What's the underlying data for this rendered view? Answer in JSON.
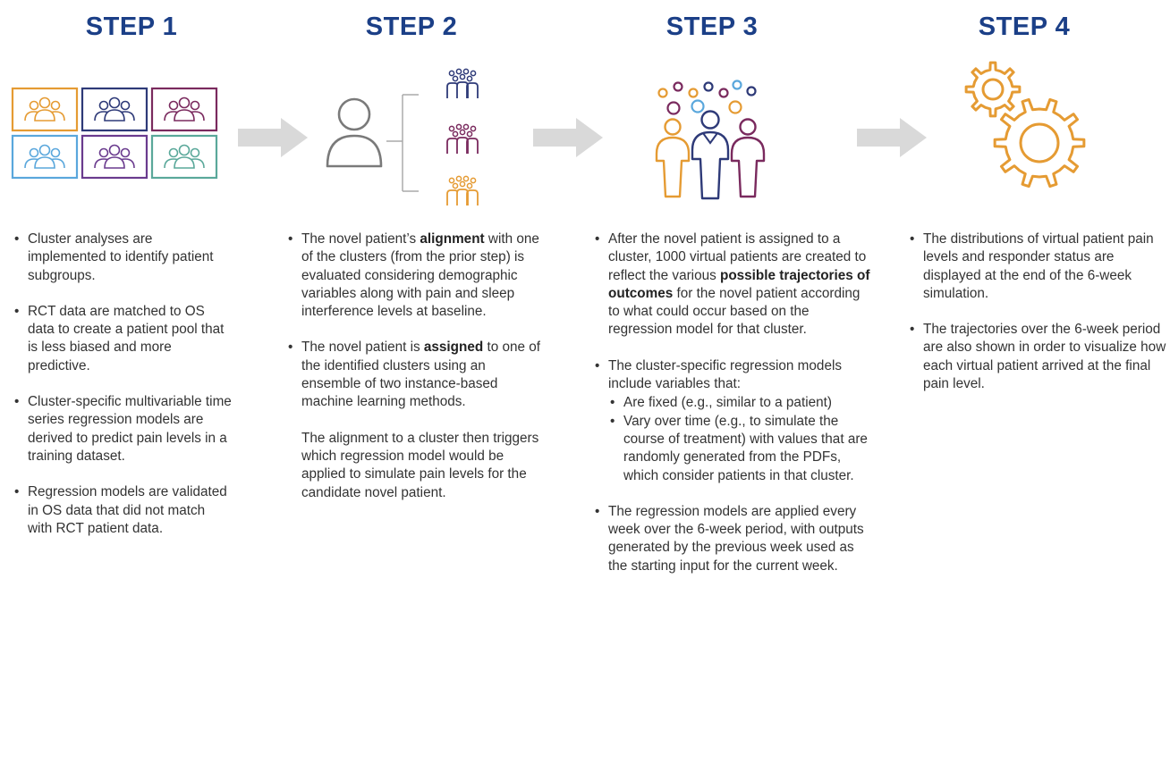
{
  "colors": {
    "title": "#1b3f87",
    "orange": "#e59b33",
    "navy": "#2e3a78",
    "purple": "#7a2a5e",
    "light_blue": "#5aa7dc",
    "violet": "#6a3b8e",
    "teal": "#5aa89a",
    "arrow": "#d9d9d9",
    "person_outline": "#7a7a7a"
  },
  "steps": [
    {
      "title": "STEP 1",
      "icon": "patient-clusters-icon",
      "bullets": [
        "Cluster analyses are implemented to identify patient subgroups.",
        "RCT data are matched to OS data to create a patient pool that is less biased and more predictive.",
        "Cluster-specific multivariable time series regression models are derived to predict pain levels in a training dataset.",
        "Regression models are validated in OS data that did not match with RCT patient data."
      ]
    },
    {
      "title": "STEP 2",
      "icon": "patient-to-cluster-icon",
      "b1_pre": "The novel patient’s ",
      "b1_bold": "alignment",
      "b1_post": " with one of the clusters (from the prior step) is evaluated considering demographic variables along with pain and sleep interference levels at baseline.",
      "b2_pre": "The novel patient is ",
      "b2_bold": "assigned",
      "b2_post": " to one of the identified clusters using an ensemble of two instance-based machine learning methods.",
      "para": "The alignment to a cluster then triggers which regression model would be applied to simulate pain levels for the candidate novel patient."
    },
    {
      "title": "STEP 3",
      "icon": "virtual-patients-icon",
      "b1_pre": "After the novel patient is assigned to a cluster, 1000 virtual patients are created to reflect the various ",
      "b1_bold": "possible trajectories of outcomes",
      "b1_post": " for the novel patient according to what could occur based on the regression model for that cluster.",
      "b2": "The cluster-specific regression models include variables that:",
      "sub": [
        "Are fixed (e.g., similar to a patient)",
        "Vary over time (e.g., to simulate the course of treatment) with values that are randomly generated from the PDFs, which consider patients in that cluster."
      ],
      "b3": "The regression models are applied every week over the 6-week period, with outputs generated by the previous week used as the starting input for the current week."
    },
    {
      "title": "STEP 4",
      "icon": "gears-icon",
      "bullets": [
        "The distributions of virtual patient pain levels and responder status are displayed at the end of the 6-week simulation.",
        "The trajectories over the 6-week period are also shown in order to visualize how each virtual patient arrived at the final pain level."
      ]
    }
  ]
}
